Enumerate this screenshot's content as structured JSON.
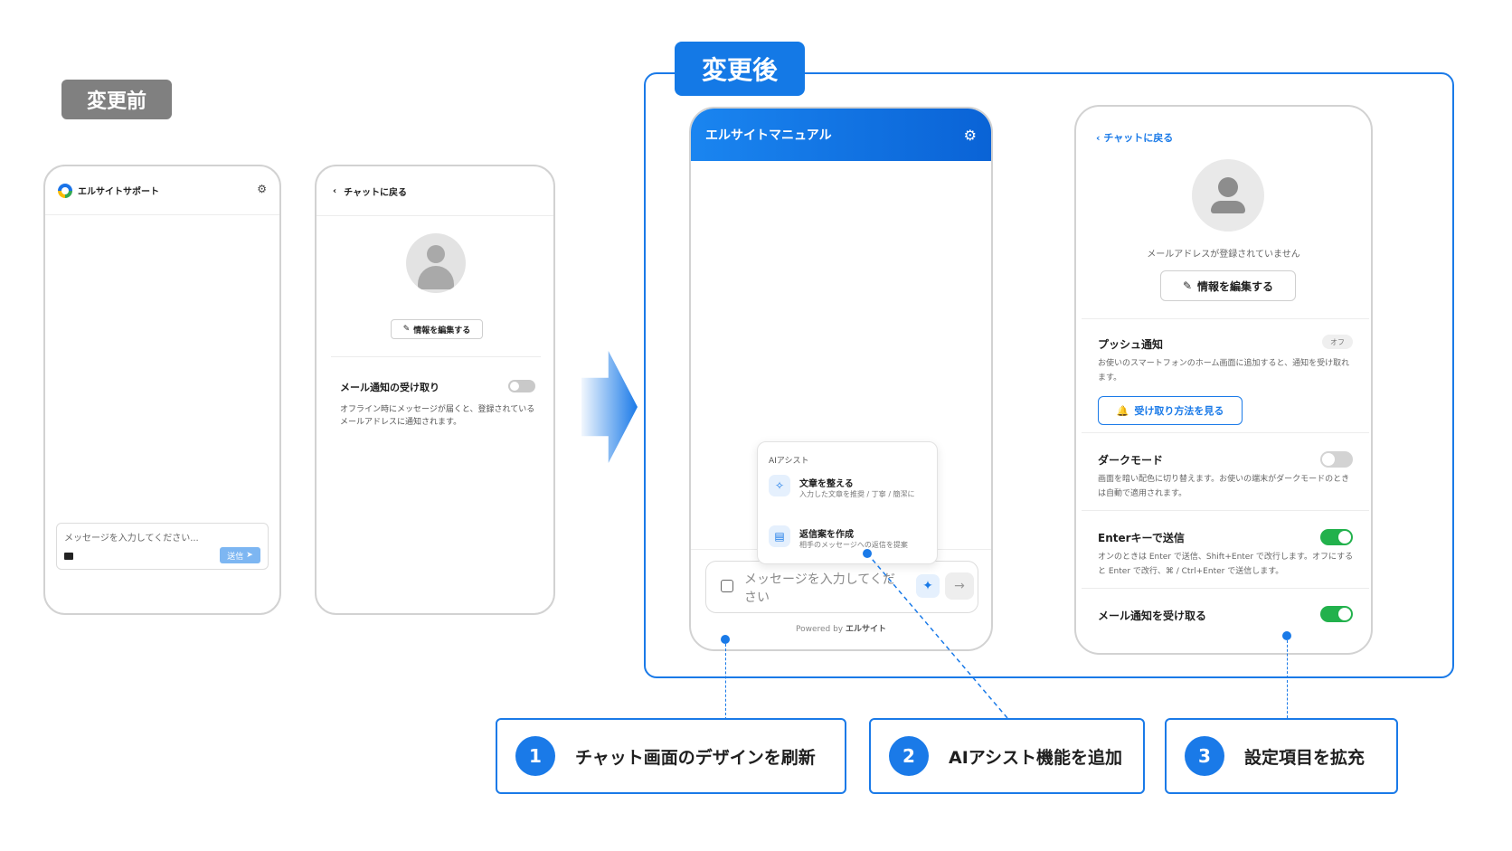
{
  "labels": {
    "before": "変更前",
    "after": "変更後"
  },
  "old_chat": {
    "title": "エルサイトサポート",
    "input_placeholder": "メッセージを入力してください...",
    "send_label": "送信",
    "gear_glyph": "⚙",
    "send_glyph": "➤"
  },
  "old_settings": {
    "back_label": "チャットに戻る",
    "back_glyph": "‹",
    "edit_label": "情報を編集する",
    "edit_glyph": "✎",
    "mail_label": "メール通知の受け取り",
    "mail_toggle": false,
    "mail_desc": "オフライン時にメッセージが届くと、登録されているメールアドレスに通知されます。"
  },
  "new_chat": {
    "title": "エルサイトマニュアル",
    "gear_glyph": "⚙",
    "input_placeholder": "メッセージを入力してください",
    "ai_glyph": "✦",
    "send_glyph": "→",
    "powered_prefix": "Powered by",
    "powered_brand": "エルサイト",
    "ai_popup": {
      "title": "AIアシスト",
      "items": [
        {
          "title": "文章を整える",
          "desc": "入力した文章を推奨 / 丁寧 / 簡潔に",
          "icon": "sparkle-icon",
          "glyph": "✧"
        },
        {
          "title": "返信案を作成",
          "desc": "相手のメッセージへの返信を提案",
          "icon": "chat-bubble-icon",
          "glyph": "▤"
        }
      ]
    }
  },
  "new_settings": {
    "back_label": "‹ チャットに戻る",
    "no_email": "メールアドレスが登録されていません",
    "edit_label": "情報を編集する",
    "edit_glyph": "✎",
    "push_title": "プッシュ通知",
    "push_badge": "オフ",
    "push_desc": "お使いのスマートフォンのホーム画面に追加すると、通知を受け取れます。",
    "howto_label": "受け取り方法を見る",
    "bell_glyph": "🔔",
    "dark_title": "ダークモード",
    "dark_toggle": false,
    "dark_desc": "画面を暗い配色に切り替えます。お使いの端末がダークモードのときは自動で適用されます。",
    "enter_title": "Enterキーで送信",
    "enter_toggle": true,
    "enter_desc": "オンのときは Enter で送信、Shift+Enter で改行します。オフにすると Enter で改行、⌘ / Ctrl+Enter で送信します。",
    "mail_title": "メール通知を受け取る",
    "mail_toggle": true
  },
  "callouts": [
    {
      "num": "1",
      "text": "チャット画面のデザインを刷新"
    },
    {
      "num": "2",
      "text": "AIアシスト機能を追加"
    },
    {
      "num": "3",
      "text": "設定項目を拡充"
    }
  ],
  "colors": {
    "accent": "#1a7ae8",
    "tag_before": "#808080",
    "toggle_on": "#22b14c",
    "toggle_off": "#d3d3d3"
  }
}
